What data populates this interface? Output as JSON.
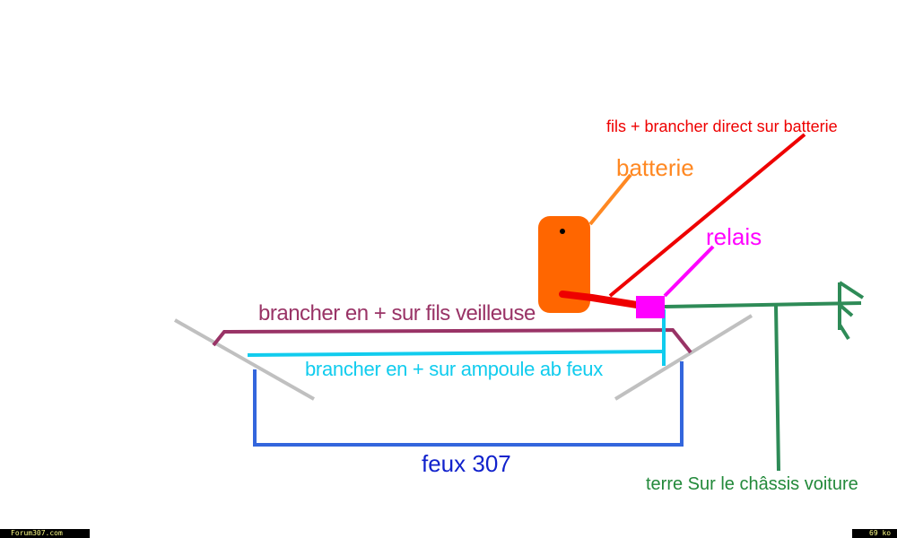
{
  "labels": {
    "fils_batterie": "fils + brancher direct sur batterie",
    "batterie": "batterie",
    "relais": "relais",
    "veilleuse": "brancher en + sur fils veilleuse",
    "ampoule": "brancher en + sur ampoule ab feux",
    "feux": "feux 307",
    "terre": "terre Sur le châssis voiture"
  },
  "footer": {
    "site": "Forum307.com",
    "size": "69 ko"
  },
  "colors": {
    "battery": "#ff6600",
    "red": "#ee0000",
    "magenta": "#ff00ff",
    "green": "#2e8b57",
    "purple": "#993366",
    "cyan": "#11ccee",
    "blue": "#3366dd",
    "gray": "#c0c0c0"
  }
}
